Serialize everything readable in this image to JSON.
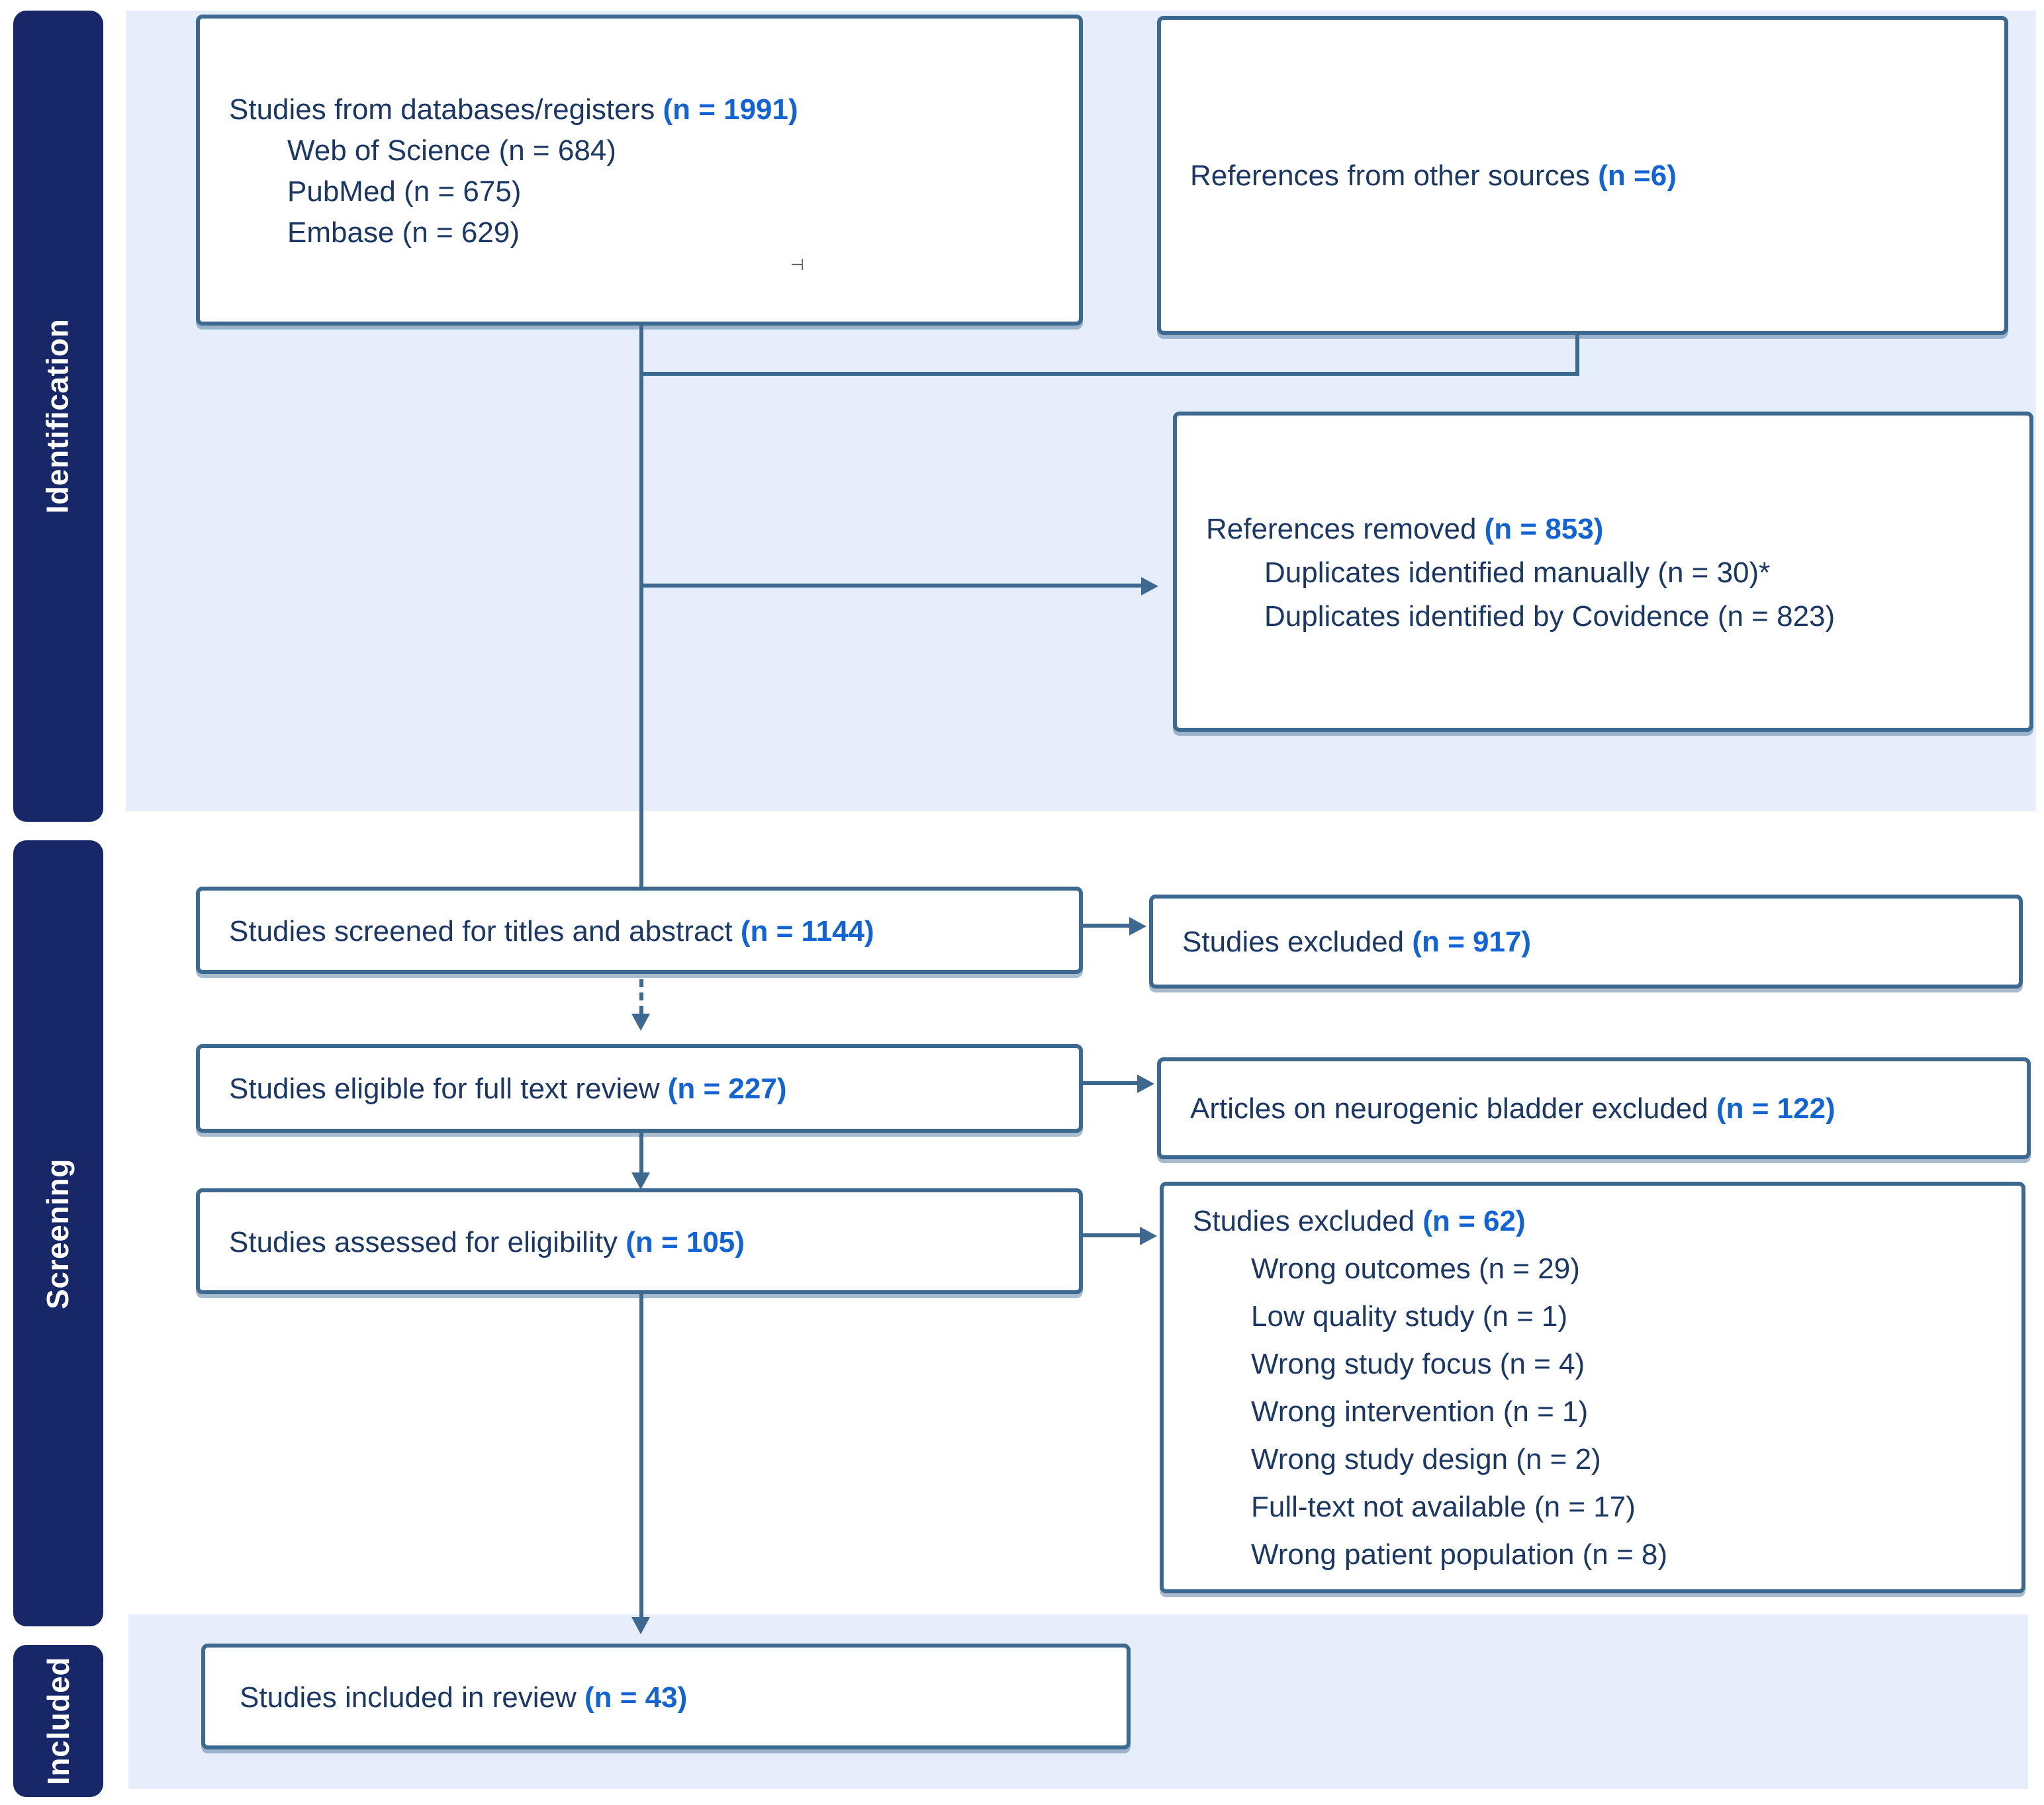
{
  "sidebar": {
    "stages": [
      {
        "label": "Identification"
      },
      {
        "label": "Screening"
      },
      {
        "label": "Included"
      }
    ]
  },
  "boxes": {
    "databases": {
      "label": "Studies from databases/registers ",
      "count": "(n = 1991)",
      "items": [
        "Web of Science (n = 684)",
        "PubMed (n = 675)",
        "Embase (n = 629)"
      ]
    },
    "other_sources": {
      "label": "References from other sources ",
      "count": "(n =6)"
    },
    "references_removed": {
      "label": "References removed ",
      "count": "(n = 853)",
      "items": [
        "Duplicates identified manually (n = 30)*",
        "Duplicates identified by Covidence (n = 823)"
      ]
    },
    "screened": {
      "label": "Studies screened for titles and abstract ",
      "count": "(n = 1144)"
    },
    "excluded_screening": {
      "label": "Studies excluded ",
      "count": "(n = 917)"
    },
    "full_text": {
      "label": "Studies eligible for full text review ",
      "count": "(n = 227)"
    },
    "neurogenic_excluded": {
      "label": "Articles on neurogenic bladder excluded ",
      "count": "(n = 122)"
    },
    "assessed": {
      "label": "Studies assessed for eligibility ",
      "count": "(n = 105)"
    },
    "excluded_eligibility": {
      "label": "Studies excluded ",
      "count": "(n = 62)",
      "items": [
        "Wrong outcomes (n = 29)",
        "Low quality study (n = 1)",
        "Wrong study focus (n = 4)",
        "Wrong intervention (n = 1)",
        "Wrong study design (n = 2)",
        "Full-text not available (n = 17)",
        "Wrong patient population (n = 8)"
      ]
    },
    "included": {
      "label": "Studies included in review ",
      "count": "(n = 43)"
    }
  },
  "artifact_mark": "⊣",
  "colors": {
    "line": "#3d6890",
    "navy_text": "#1a3765",
    "count_blue": "#1263d6",
    "sidebar_navy": "#172768",
    "panel_blue": "#e7eefb"
  }
}
